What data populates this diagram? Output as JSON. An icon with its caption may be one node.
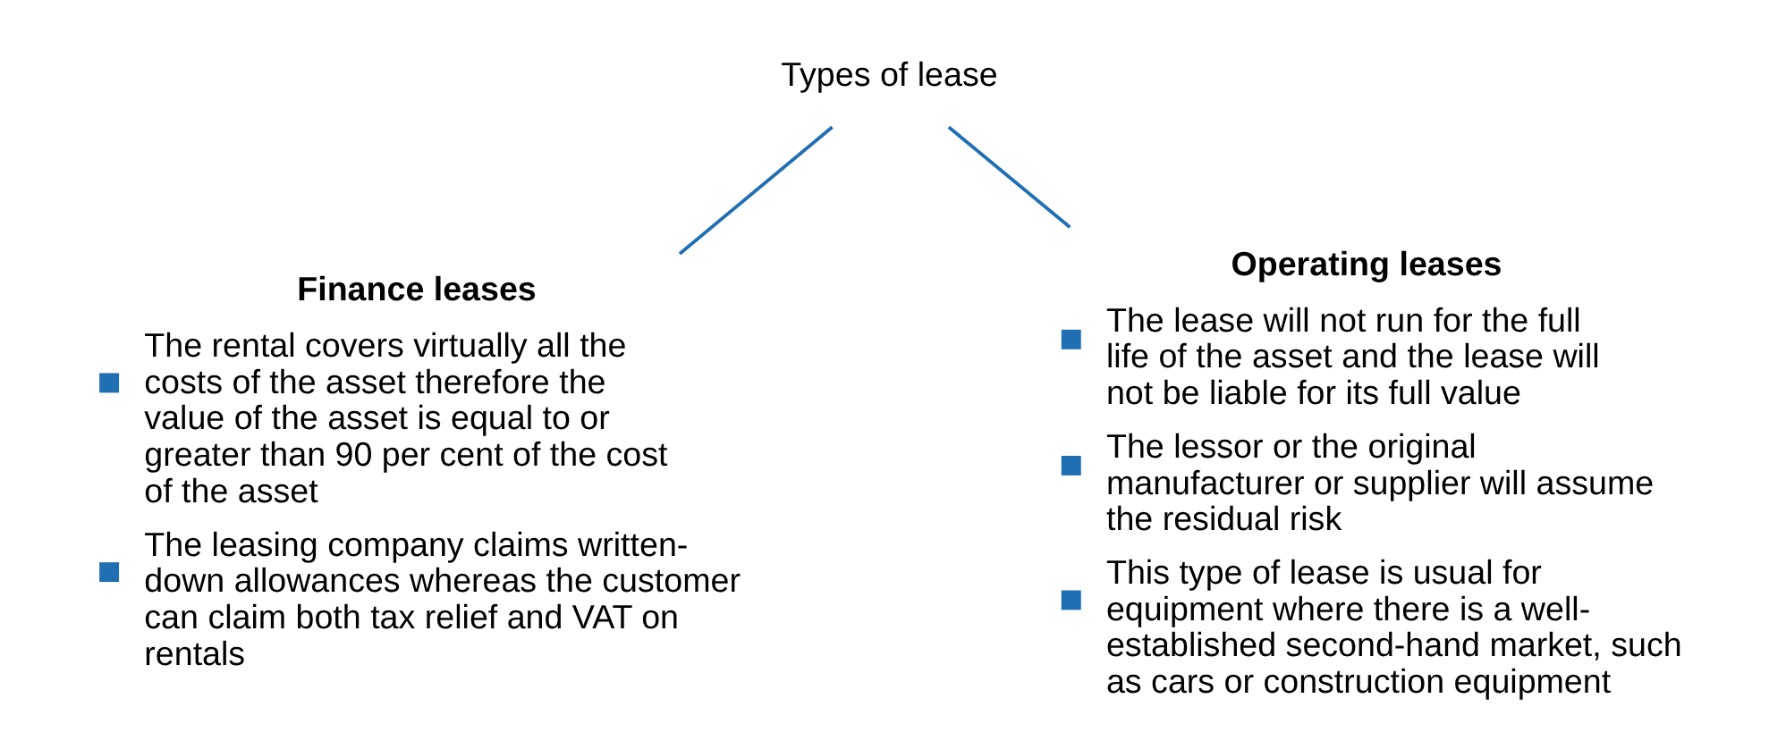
{
  "diagram": {
    "nodes": [
      {
        "text": [
          "Types of lease"
        ]
      },
      {
        "text": [
          "Finance leases",
          "The rental covers virtually all the costs of the asset therefore the value of the asset is equal to or greater than 90 per cent of the cost of the asset",
          "The leasing company claims written-down allowances whereas the customer can claim both tax relief and VAT on rentals"
        ]
      },
      {
        "text": [
          "Operating leases",
          "The lease will not run for the full life of the asset and the lease will not be liable for its full value",
          "The lessor or the original manufacturer or supplier will assume the residual risk",
          "This type of lease is usual for equipment where there is a well-established second-hand market, such as cars or construction equipment"
        ]
      }
    ],
    "edges": [
      {
        "from": 0,
        "to": 1,
        "arrow": "none"
      },
      {
        "from": 0,
        "to": 2,
        "arrow": "none"
      }
    ]
  }
}
